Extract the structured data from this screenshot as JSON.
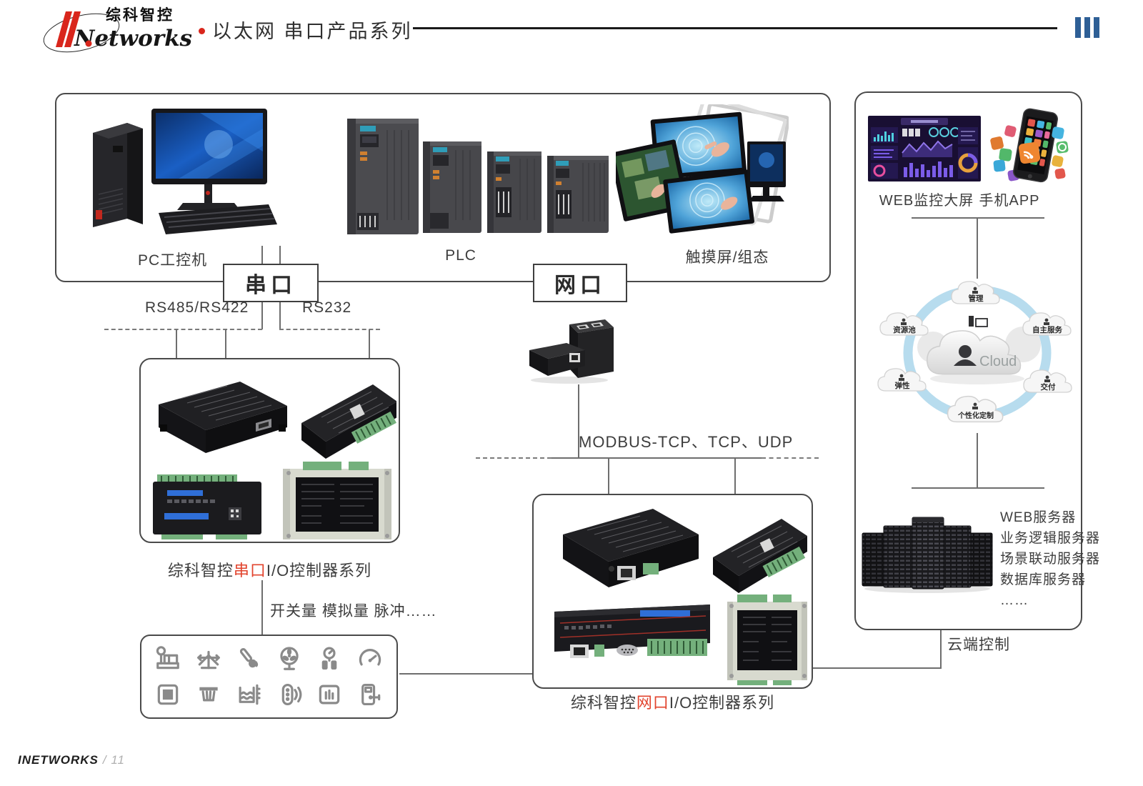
{
  "header": {
    "logo_cn": "综科智控",
    "logo_en": "Networks",
    "title": "以太网 串口产品系列"
  },
  "top_box": {
    "pc_label": "PC工控机",
    "plc_label": "PLC",
    "touch_label": "触摸屏/组态"
  },
  "ports": {
    "serial": "串口",
    "ethernet": "网口"
  },
  "links": {
    "rs485": "RS485/RS422",
    "rs232": "RS232",
    "modbus": "MODBUS-TCP、TCP、UDP",
    "signals": "开关量 模拟量 脉冲……",
    "cloud_control": "云端控制"
  },
  "serial_series": {
    "prefix": "综科智控",
    "highlight": "串口",
    "suffix": "I/O控制器系列"
  },
  "ethernet_series": {
    "prefix": "综科智控",
    "highlight": "网口",
    "suffix": "I/O控制器系列"
  },
  "sensor_icons": [
    "weighing-scale",
    "barrier-gate",
    "thermometer",
    "fan",
    "pressure-gauge",
    "speedometer",
    "control-panel",
    "drain-grate",
    "water-level",
    "signal-light",
    "meter-bars",
    "door-lock"
  ],
  "right_panel": {
    "web_screen_label": "WEB监控大屏",
    "app_label": "手机APP",
    "cloud": {
      "center": "Cloud",
      "nodes": [
        "管理",
        "资源池",
        "自主服务",
        "弹性",
        "交付",
        "个性化定制"
      ]
    },
    "servers": [
      "WEB服务器",
      "业务逻辑服务器",
      "场景联动服务器",
      "数据库服务器",
      "……"
    ]
  },
  "footer": {
    "brand": "INETWORKS",
    "page": "/ 11"
  },
  "colors": {
    "brand_red": "#d9261c",
    "highlight_red": "#e2442e",
    "bars_blue": "#2e5f96",
    "icon_gray": "#8a8a8a",
    "terminal_green": "#74b07c",
    "ring_blue": "#b7dcee"
  }
}
